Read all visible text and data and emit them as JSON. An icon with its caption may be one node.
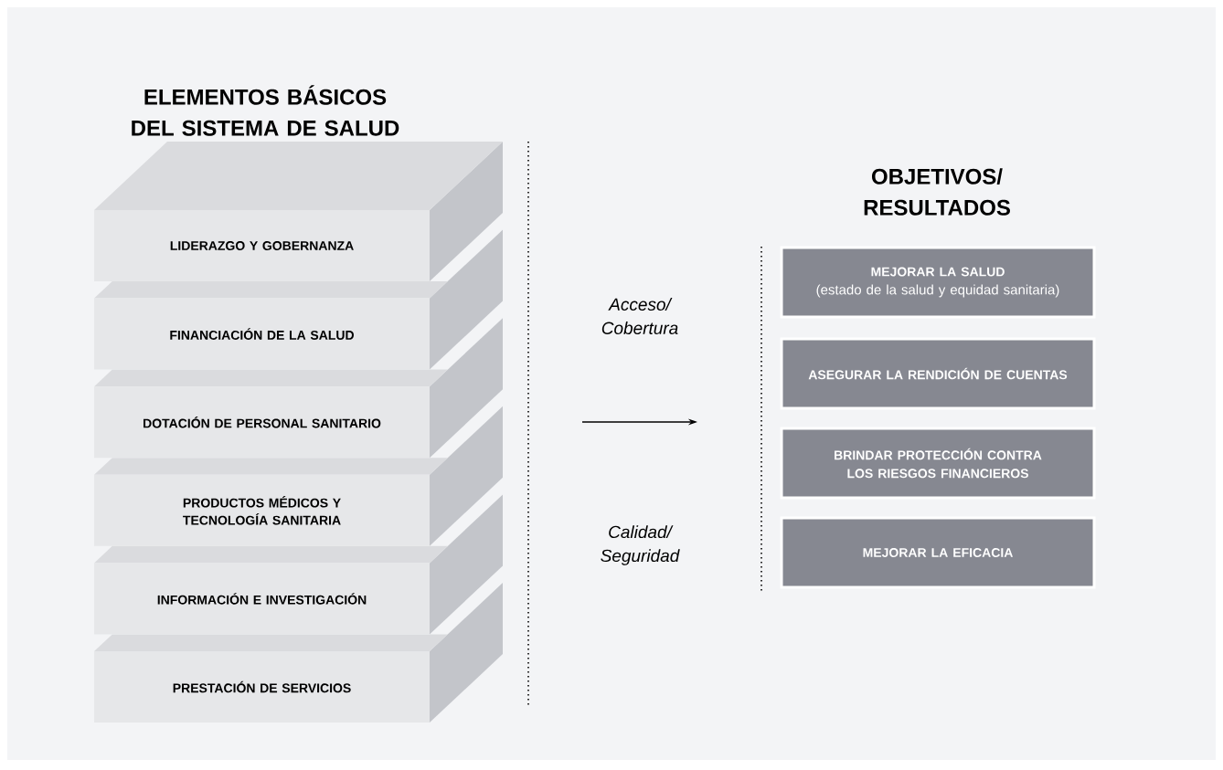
{
  "diagram": {
    "nodes": [
      {
        "text": [
          "LIDERAZGO Y GOBERNANZA"
        ]
      },
      {
        "text": [
          "FINANCIACIÓN DE LA SALUD"
        ]
      },
      {
        "text": [
          "DOTACIÓN DE PERSONAL SANITARIO"
        ]
      },
      {
        "text": [
          "PRODUCTOS MÉDICOS Y TECNOLOGÍA SANITARIA"
        ]
      },
      {
        "text": [
          "INFORMACIÓN E INVESTIGACIÓN"
        ]
      },
      {
        "text": [
          "PRESTACIÓN DE SERVICIOS"
        ]
      },
      {
        "text": [
          "MEJORAR LA SALUD",
          "(estado de la salud y equidad sanitaria)"
        ]
      },
      {
        "text": [
          "ASEGURAR LA RENDICIÓN DE CUENTAS"
        ]
      },
      {
        "text": [
          "BRINDAR PROTECCIÓN CONTRA LOS RIESGOS FINANCIEROS"
        ]
      },
      {
        "text": [
          "MEJORAR LA EFICACIA"
        ]
      }
    ],
    "labels": [
      "ELEMENTOS BÁSICOS DEL SISTEMA DE SALUD",
      "OBJETIVOS/ RESULTADOS",
      "Acceso/ Cobertura",
      "Calidad/ Seguridad"
    ]
  }
}
